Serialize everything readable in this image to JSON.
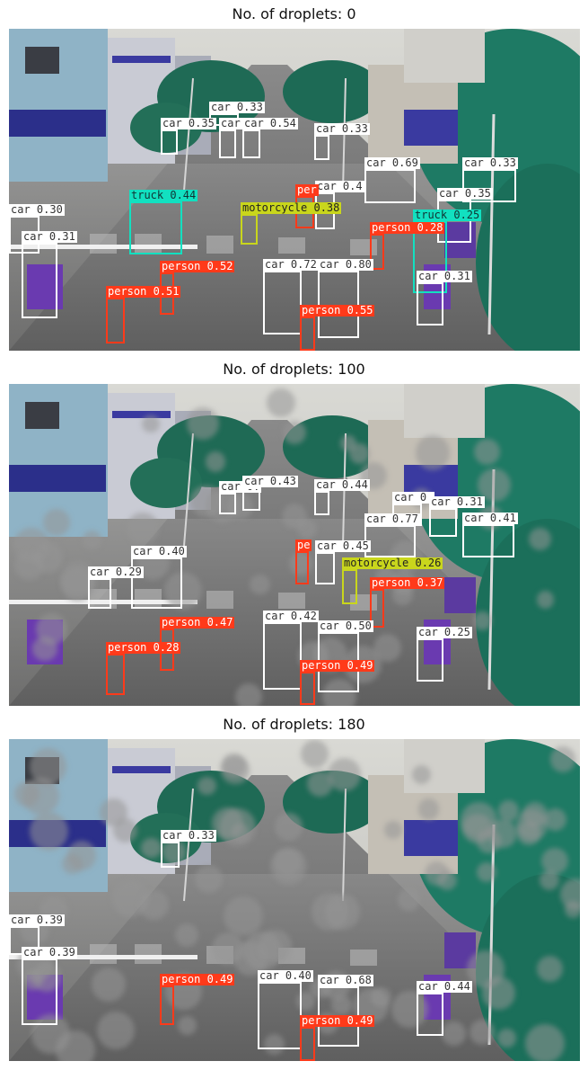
{
  "panels": [
    {
      "title": "No. of droplets: 0",
      "detections": [
        {
          "cls": "car",
          "label": "car 0.33",
          "b": [
            233,
            126,
            266,
            140
          ]
        },
        {
          "cls": "car",
          "label": "car 0.35",
          "b": [
            179,
            144,
            198,
            172
          ]
        },
        {
          "cls": "car",
          "label": "car 0.",
          "b": [
            244,
            144,
            263,
            176
          ]
        },
        {
          "cls": "car",
          "label": "car 0.54",
          "b": [
            270,
            144,
            290,
            176
          ]
        },
        {
          "cls": "car",
          "label": "car 0.33",
          "b": [
            350,
            150,
            367,
            178
          ]
        },
        {
          "cls": "car",
          "label": "car 0.69",
          "b": [
            406,
            188,
            463,
            226
          ]
        },
        {
          "cls": "car",
          "label": "car 0.33",
          "b": [
            515,
            188,
            575,
            225
          ]
        },
        {
          "cls": "car",
          "label": "car 0.35",
          "b": [
            487,
            222,
            525,
            270
          ]
        },
        {
          "cls": "car",
          "label": "car 0.4",
          "b": [
            351,
            214,
            373,
            255
          ]
        },
        {
          "cls": "person",
          "label": "per",
          "b": [
            329,
            218,
            350,
            254
          ]
        },
        {
          "cls": "motorcycle",
          "label": "motorcycle 0.38",
          "b": [
            268,
            238,
            287,
            272
          ]
        },
        {
          "cls": "truck",
          "label": "truck 0.44",
          "b": [
            144,
            224,
            203,
            283
          ]
        },
        {
          "cls": "truck",
          "label": "truck 0.25",
          "b": [
            460,
            246,
            498,
            326
          ]
        },
        {
          "cls": "person",
          "label": "person 0.28",
          "b": [
            412,
            260,
            428,
            300
          ]
        },
        {
          "cls": "car",
          "label": "car 0.30",
          "b": [
            10,
            240,
            44,
            282
          ]
        },
        {
          "cls": "car",
          "label": "car 0.31",
          "b": [
            24,
            270,
            64,
            354
          ]
        },
        {
          "cls": "person",
          "label": "person 0.52",
          "b": [
            178,
            303,
            194,
            350
          ]
        },
        {
          "cls": "person",
          "label": "person 0.51",
          "b": [
            118,
            331,
            139,
            382
          ]
        },
        {
          "cls": "car",
          "label": "car 0.72",
          "b": [
            293,
            301,
            336,
            372
          ]
        },
        {
          "cls": "car",
          "label": "car 0.80",
          "b": [
            354,
            301,
            400,
            376
          ]
        },
        {
          "cls": "person",
          "label": "person 0.55",
          "b": [
            334,
            352,
            351,
            390
          ]
        },
        {
          "cls": "car",
          "label": "car 0.31",
          "b": [
            464,
            314,
            494,
            362
          ]
        }
      ]
    },
    {
      "title": "No. of droplets: 100",
      "detections": [
        {
          "cls": "car",
          "label": "car 0.",
          "b": [
            244,
            548,
            263,
            572
          ]
        },
        {
          "cls": "car",
          "label": "car 0.43",
          "b": [
            270,
            542,
            290,
            568
          ]
        },
        {
          "cls": "car",
          "label": "car 0.44",
          "b": [
            350,
            546,
            367,
            573
          ]
        },
        {
          "cls": "car",
          "label": "car 0.",
          "b": [
            437,
            560,
            470,
            585
          ]
        },
        {
          "cls": "car",
          "label": "car 0.31",
          "b": [
            478,
            565,
            509,
            597
          ]
        },
        {
          "cls": "car",
          "label": "car 0.77",
          "b": [
            406,
            584,
            463,
            620
          ]
        },
        {
          "cls": "car",
          "label": "car 0.41",
          "b": [
            515,
            583,
            573,
            620
          ]
        },
        {
          "cls": "person",
          "label": "pe",
          "b": [
            329,
            613,
            344,
            650
          ]
        },
        {
          "cls": "car",
          "label": "car 0.45",
          "b": [
            351,
            614,
            373,
            650
          ]
        },
        {
          "cls": "motorcycle",
          "label": "motorcycle 0.26",
          "b": [
            381,
            633,
            398,
            672
          ]
        },
        {
          "cls": "car",
          "label": "car 0.40",
          "b": [
            146,
            620,
            203,
            677
          ]
        },
        {
          "cls": "car",
          "label": "car 0.29",
          "b": [
            98,
            643,
            124,
            677
          ]
        },
        {
          "cls": "person",
          "label": "person 0.37",
          "b": [
            412,
            655,
            428,
            698
          ]
        },
        {
          "cls": "person",
          "label": "person 0.47",
          "b": [
            178,
            699,
            194,
            746
          ]
        },
        {
          "cls": "person",
          "label": "person 0.28",
          "b": [
            118,
            727,
            139,
            773
          ]
        },
        {
          "cls": "car",
          "label": "car 0.42",
          "b": [
            293,
            692,
            336,
            767
          ]
        },
        {
          "cls": "car",
          "label": "car 0.50",
          "b": [
            354,
            703,
            400,
            770
          ]
        },
        {
          "cls": "person",
          "label": "person 0.49",
          "b": [
            334,
            747,
            351,
            784
          ]
        },
        {
          "cls": "car",
          "label": "car 0.25",
          "b": [
            464,
            710,
            494,
            758
          ]
        }
      ]
    },
    {
      "title": "No. of droplets: 180",
      "detections": [
        {
          "cls": "car",
          "label": "car 0.33",
          "b": [
            179,
            936,
            200,
            965
          ]
        },
        {
          "cls": "car",
          "label": "car 0.39",
          "b": [
            10,
            1030,
            44,
            1062
          ]
        },
        {
          "cls": "car",
          "label": "car 0.39",
          "b": [
            24,
            1066,
            64,
            1140
          ]
        },
        {
          "cls": "person",
          "label": "person 0.49",
          "b": [
            178,
            1096,
            194,
            1140
          ]
        },
        {
          "cls": "car",
          "label": "car 0.40",
          "b": [
            287,
            1092,
            336,
            1167
          ]
        },
        {
          "cls": "car",
          "label": "car 0.68",
          "b": [
            354,
            1097,
            400,
            1164
          ]
        },
        {
          "cls": "person",
          "label": "person 0.49",
          "b": [
            334,
            1142,
            351,
            1180
          ]
        },
        {
          "cls": "car",
          "label": "car 0.44",
          "b": [
            464,
            1104,
            494,
            1152
          ]
        }
      ]
    }
  ]
}
